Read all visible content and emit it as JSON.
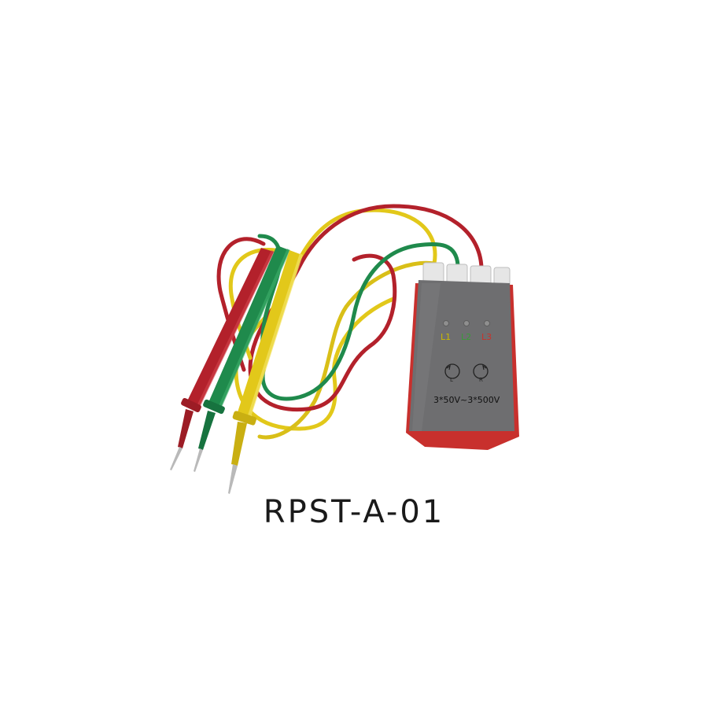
{
  "product": {
    "model_caption": "RPST-A-01",
    "range_text": "3*50V~3*500V"
  },
  "indicators": [
    {
      "label": "L1",
      "color": "#c9b800"
    },
    {
      "label": "L2",
      "color": "#3a9a3a"
    },
    {
      "label": "L3",
      "color": "#c8332b"
    }
  ],
  "rotation": {
    "left_letter": "L",
    "right_letter": "R"
  },
  "colors": {
    "lead_red": "#b3212b",
    "lead_green": "#1f8a4c",
    "lead_yellow": "#e2c81a",
    "housing_gray": "#6e6e70",
    "housing_red": "#c8302d"
  }
}
